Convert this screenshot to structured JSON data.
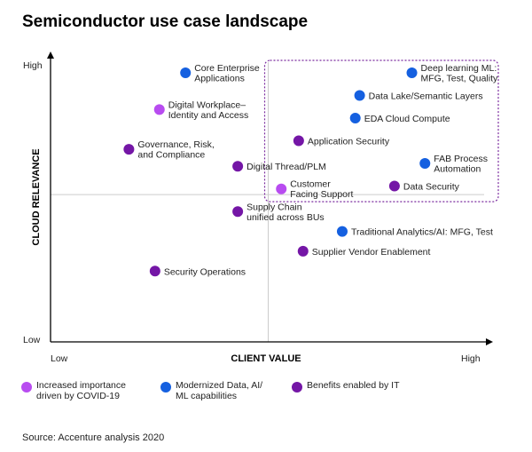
{
  "title": "Semiconductor use case landscape",
  "source": "Source: Accenture analysis 2020",
  "colors": {
    "covid": "#b84cf0",
    "data_ai": "#1560e0",
    "benefits_it": "#7416a6",
    "highlight_box": "#7a2a9e",
    "quadrant_line": "#cccccc",
    "axis": "#000000"
  },
  "chart_data": {
    "type": "scatter",
    "title": "Semiconductor use case landscape",
    "xlabel": "CLIENT VALUE",
    "ylabel": "CLOUD RELEVANCE",
    "x_tick_labels": [
      "Low",
      "High"
    ],
    "y_tick_labels": [
      "Low",
      "High"
    ],
    "xlim": [
      0,
      100
    ],
    "ylim": [
      0,
      100
    ],
    "quadrant_divider": {
      "x": 50,
      "y": 52
    },
    "highlight_region": {
      "x": [
        50,
        100
      ],
      "y": [
        52,
        100
      ]
    },
    "series": [
      {
        "name": "Increased importance driven by COVID-19",
        "color": "#b84cf0",
        "points": [
          {
            "label": "Digital Workplace–\nIdentity and Access",
            "x": 25,
            "y": 82
          },
          {
            "label": "Customer\nFacing Support",
            "x": 53,
            "y": 54
          }
        ]
      },
      {
        "name": "Modernized Data, AI/ ML capabilities",
        "color": "#1560e0",
        "points": [
          {
            "label": "Core Enterprise\nApplications",
            "x": 31,
            "y": 95
          },
          {
            "label": "Deep learning ML:\nMFG, Test, Quality",
            "x": 83,
            "y": 95
          },
          {
            "label": "Data Lake/Semantic Layers",
            "x": 71,
            "y": 87
          },
          {
            "label": "EDA Cloud Compute",
            "x": 70,
            "y": 79
          },
          {
            "label": "FAB Process\nAutomation",
            "x": 86,
            "y": 63
          },
          {
            "label": "Traditional Analytics/AI: MFG, Test",
            "x": 67,
            "y": 39
          }
        ]
      },
      {
        "name": "Benefits enabled by IT",
        "color": "#7416a6",
        "points": [
          {
            "label": "Governance, Risk,\nand Compliance",
            "x": 18,
            "y": 68
          },
          {
            "label": "Application Security",
            "x": 57,
            "y": 71
          },
          {
            "label": "Digital Thread/PLM",
            "x": 43,
            "y": 62
          },
          {
            "label": "Data Security",
            "x": 79,
            "y": 55
          },
          {
            "label": "Supply Chain\nunified across BUs",
            "x": 43,
            "y": 46
          },
          {
            "label": "Supplier Vendor Enablement",
            "x": 58,
            "y": 32
          },
          {
            "label": "Security Operations",
            "x": 24,
            "y": 25
          }
        ]
      }
    ]
  },
  "legend": [
    {
      "label": "Increased importance\ndriven by COVID-19",
      "color": "#b84cf0"
    },
    {
      "label": "Modernized Data, AI/\nML capabilities",
      "color": "#1560e0"
    },
    {
      "label": "Benefits enabled by IT",
      "color": "#7416a6"
    }
  ]
}
